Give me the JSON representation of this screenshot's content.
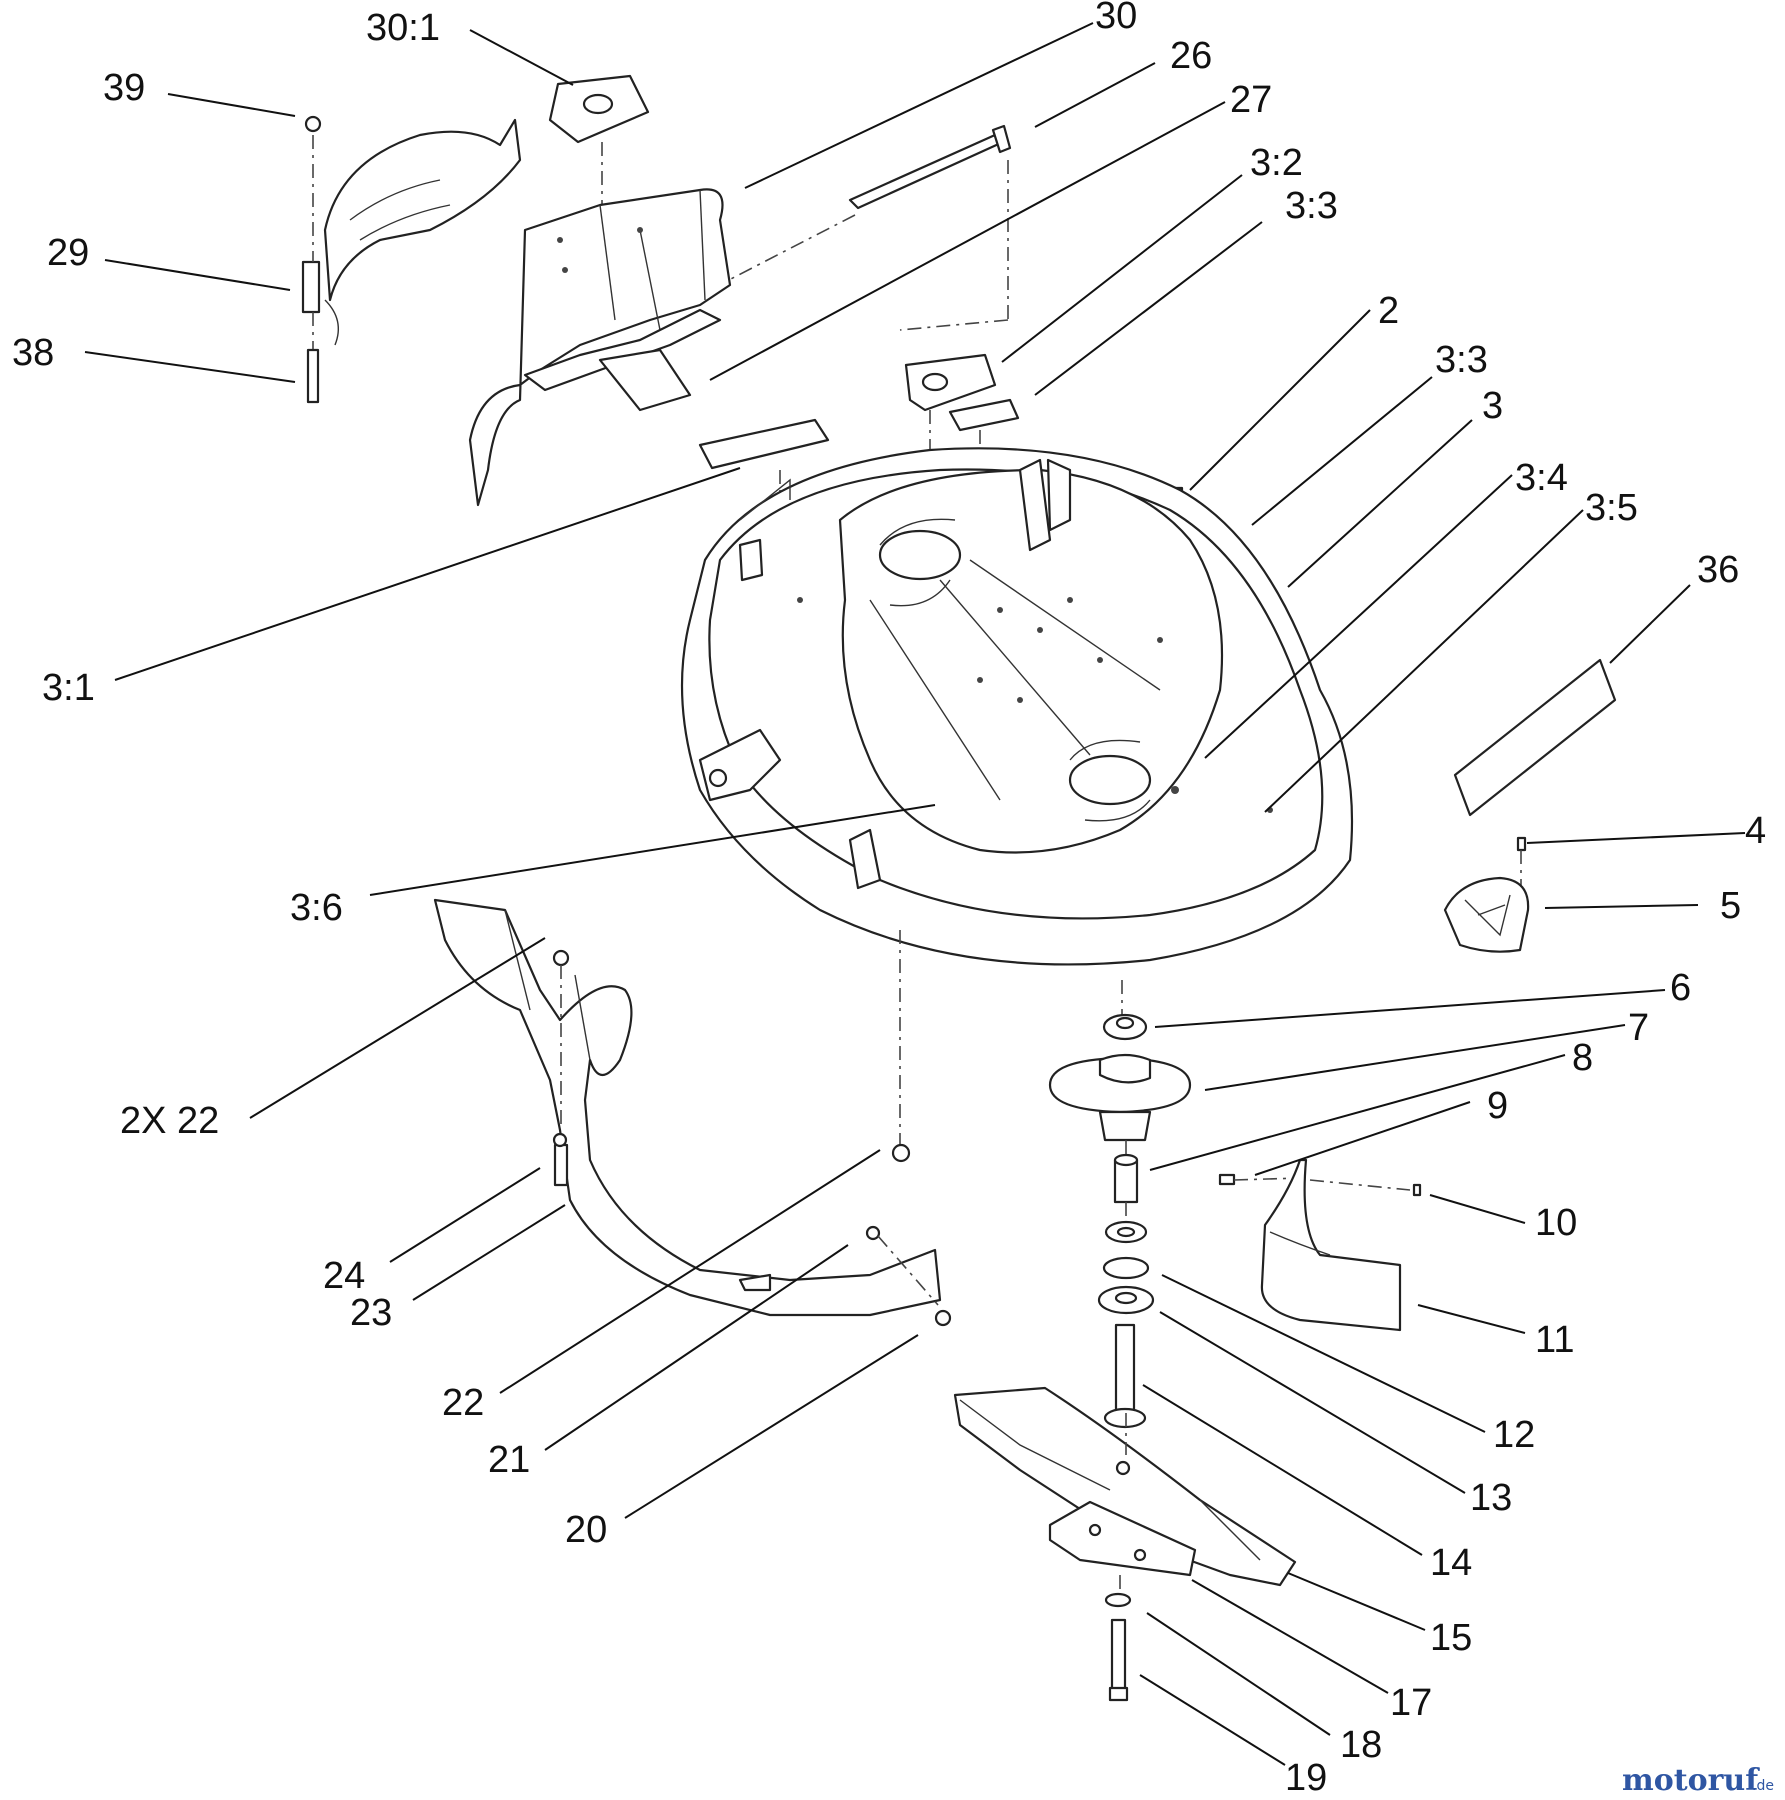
{
  "labels": {
    "l30_1": "30:1",
    "l30": "30",
    "l26": "26",
    "l27": "27",
    "l39": "39",
    "l29": "29",
    "l38": "38",
    "l3_2": "3:2",
    "l3_3a": "3:3",
    "l2": "2",
    "l3_3b": "3:3",
    "l3": "3",
    "l3_4": "3:4",
    "l3_5": "3:5",
    "l36": "36",
    "l3_1": "3:1",
    "l4": "4",
    "l5": "5",
    "l3_6": "3:6",
    "l6": "6",
    "l7": "7",
    "l8": "8",
    "l9": "9",
    "l10": "10",
    "l2x22": "2X 22",
    "l11": "11",
    "l24": "24",
    "l23": "23",
    "l12": "12",
    "l22": "22",
    "l13": "13",
    "l21": "21",
    "l14": "14",
    "l20": "20",
    "l15": "15",
    "l17": "17",
    "l18": "18",
    "l19": "19"
  },
  "watermark": {
    "name": "motoruf",
    "suffix": ".de"
  }
}
